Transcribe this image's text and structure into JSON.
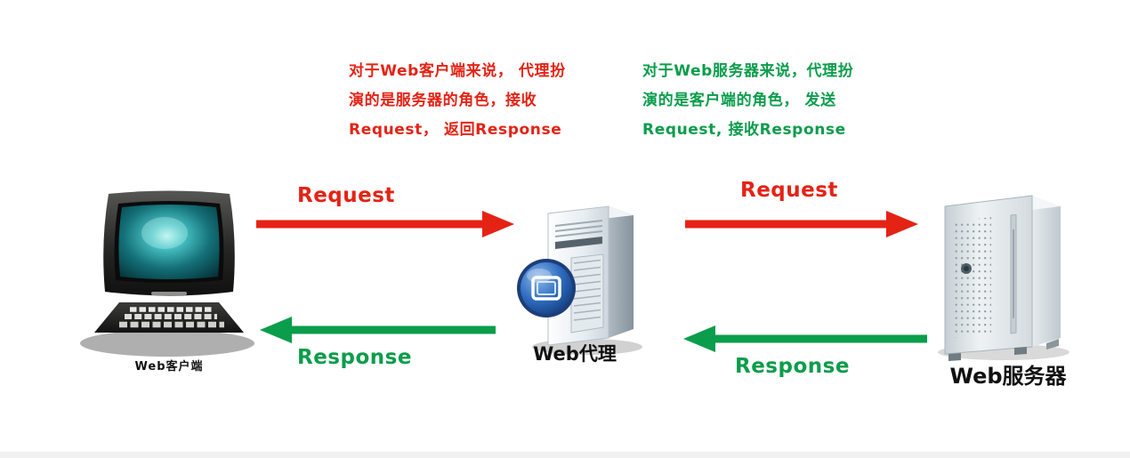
{
  "colors": {
    "red": "#e42315",
    "green": "#0a9d4b",
    "label_black": "#111111",
    "badge_blue": "#2f6cc0"
  },
  "annotations": {
    "client_note": {
      "lines": [
        "对于Web客户端来说， 代理扮",
        "演的是服务器的角色，接收",
        "Request， 返回Response"
      ]
    },
    "server_note": {
      "lines": [
        "对于Web服务器来说，代理扮",
        "演的是客户端的角色， 发送",
        "Request, 接收Response"
      ]
    }
  },
  "nodes": {
    "client": {
      "label": "Web客户端",
      "icon": "desktop-computer-icon"
    },
    "proxy": {
      "label": "Web代理",
      "icon": "proxy-tower-icon"
    },
    "server": {
      "label": "Web服务器",
      "icon": "server-tower-icon"
    }
  },
  "flows": {
    "client_to_proxy_request": {
      "label": "Request",
      "direction": "right",
      "color": "red"
    },
    "proxy_to_client_response": {
      "label": "Response",
      "direction": "left",
      "color": "green"
    },
    "proxy_to_server_request": {
      "label": "Request",
      "direction": "right",
      "color": "red"
    },
    "server_to_proxy_response": {
      "label": "Response",
      "direction": "left",
      "color": "green"
    }
  }
}
